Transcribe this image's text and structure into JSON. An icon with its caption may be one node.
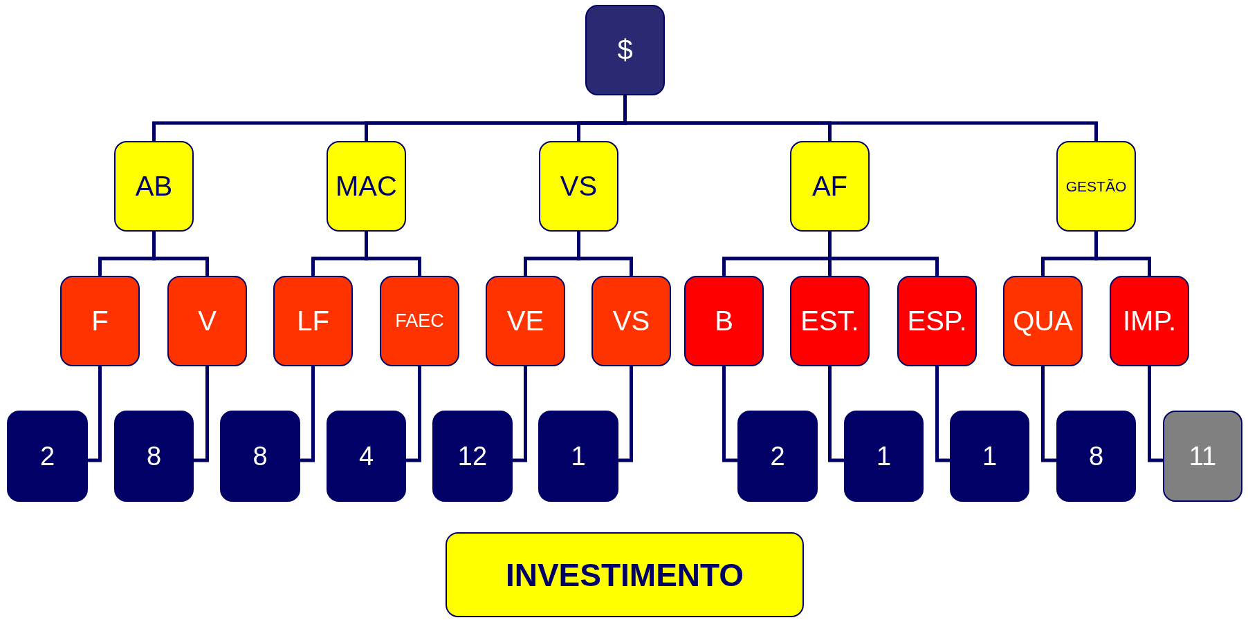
{
  "diagram": {
    "nodes": [
      {
        "text": [
          "$"
        ]
      },
      {
        "text": [
          "AB"
        ]
      },
      {
        "text": [
          "MAC"
        ]
      },
      {
        "text": [
          "VS"
        ]
      },
      {
        "text": [
          "AF"
        ]
      },
      {
        "text": [
          "GESTÃO"
        ]
      },
      {
        "text": [
          "F"
        ]
      },
      {
        "text": [
          "V"
        ]
      },
      {
        "text": [
          "LF"
        ]
      },
      {
        "text": [
          "FAEC"
        ]
      },
      {
        "text": [
          "VE"
        ]
      },
      {
        "text": [
          "VS"
        ]
      },
      {
        "text": [
          "B"
        ]
      },
      {
        "text": [
          "EST."
        ]
      },
      {
        "text": [
          "ESP."
        ]
      },
      {
        "text": [
          "QUA"
        ]
      },
      {
        "text": [
          "IMP."
        ]
      },
      {
        "text": [
          "2"
        ]
      },
      {
        "text": [
          "8"
        ]
      },
      {
        "text": [
          "8"
        ]
      },
      {
        "text": [
          "4"
        ]
      },
      {
        "text": [
          "12"
        ]
      },
      {
        "text": [
          "1"
        ]
      },
      {
        "text": [
          "2"
        ]
      },
      {
        "text": [
          "1"
        ]
      },
      {
        "text": [
          "1"
        ]
      },
      {
        "text": [
          "8"
        ]
      },
      {
        "text": [
          "11"
        ]
      },
      {
        "text": [
          "INVESTIMENTO"
        ]
      }
    ],
    "edges": [
      {
        "from": 0,
        "to": 1,
        "arrow": "none"
      },
      {
        "from": 0,
        "to": 2,
        "arrow": "none"
      },
      {
        "from": 0,
        "to": 3,
        "arrow": "none"
      },
      {
        "from": 0,
        "to": 4,
        "arrow": "none"
      },
      {
        "from": 0,
        "to": 5,
        "arrow": "none"
      },
      {
        "from": 1,
        "to": 6,
        "arrow": "none"
      },
      {
        "from": 1,
        "to": 7,
        "arrow": "none"
      },
      {
        "from": 2,
        "to": 8,
        "arrow": "none"
      },
      {
        "from": 2,
        "to": 9,
        "arrow": "none"
      },
      {
        "from": 3,
        "to": 10,
        "arrow": "none"
      },
      {
        "from": 3,
        "to": 11,
        "arrow": "none"
      },
      {
        "from": 4,
        "to": 12,
        "arrow": "none"
      },
      {
        "from": 4,
        "to": 13,
        "arrow": "none"
      },
      {
        "from": 4,
        "to": 14,
        "arrow": "none"
      },
      {
        "from": 5,
        "to": 15,
        "arrow": "none"
      },
      {
        "from": 5,
        "to": 16,
        "arrow": "none"
      },
      {
        "from": 6,
        "to": 17,
        "arrow": "none"
      },
      {
        "from": 7,
        "to": 18,
        "arrow": "none"
      },
      {
        "from": 8,
        "to": 19,
        "arrow": "none"
      },
      {
        "from": 9,
        "to": 20,
        "arrow": "none"
      },
      {
        "from": 10,
        "to": 21,
        "arrow": "none"
      },
      {
        "from": 11,
        "to": 22,
        "arrow": "none"
      },
      {
        "from": 12,
        "to": 23,
        "arrow": "none"
      },
      {
        "from": 13,
        "to": 24,
        "arrow": "none"
      },
      {
        "from": 14,
        "to": 25,
        "arrow": "none"
      },
      {
        "from": 15,
        "to": 26,
        "arrow": "none"
      },
      {
        "from": 16,
        "to": 27,
        "arrow": "none"
      }
    ]
  }
}
